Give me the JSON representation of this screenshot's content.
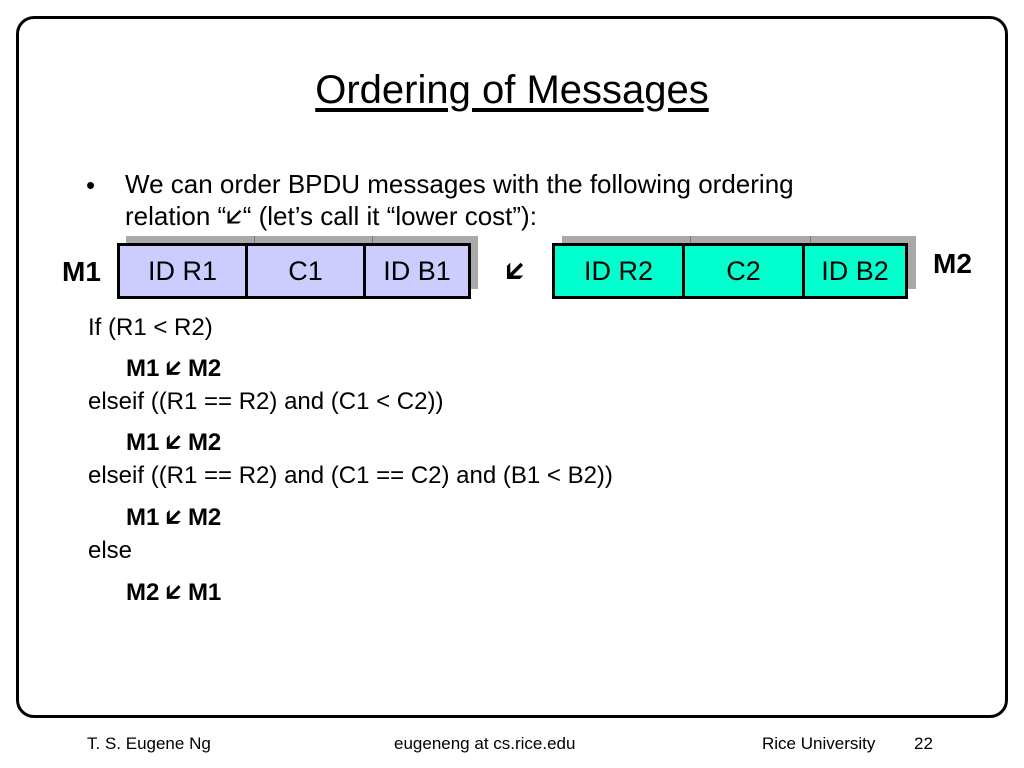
{
  "slide": {
    "title": "Ordering of Messages",
    "bullet_marker": "•",
    "bullet_line1": "We can order BPDU messages with the following ordering",
    "bullet_line2": "relation “🡯“ (let’s call it “lower cost”):"
  },
  "diagram": {
    "m1_label": "M1",
    "m2_label": "M2",
    "relation_symbol": "🡯",
    "m1_fields": [
      "ID R1",
      "C1",
      "ID B1"
    ],
    "m2_fields": [
      "ID R2",
      "C2",
      "ID B2"
    ],
    "m1_color": "#ccccff",
    "m2_color": "#00ffcc"
  },
  "rules": [
    {
      "text": "If (R1 < R2)",
      "style": "plain"
    },
    {
      "text": "M1 🡯 M2",
      "style": "indent"
    },
    {
      "text": "elseif ((R1 == R2) and (C1 < C2))",
      "style": "plain"
    },
    {
      "text": "M1 🡯 M2",
      "style": "indent"
    },
    {
      "text": "elseif ((R1 == R2) and (C1 == C2) and (B1 < B2))",
      "style": "plain"
    },
    {
      "text": "M1 🡯 M2",
      "style": "indent"
    },
    {
      "text": "else",
      "style": "plain"
    },
    {
      "text": "M2 🡯 M1",
      "style": "indent"
    }
  ],
  "footer": {
    "author": "T. S. Eugene Ng",
    "email": "eugeneng at cs.rice.edu",
    "institution": "Rice University",
    "page_number": "22"
  }
}
